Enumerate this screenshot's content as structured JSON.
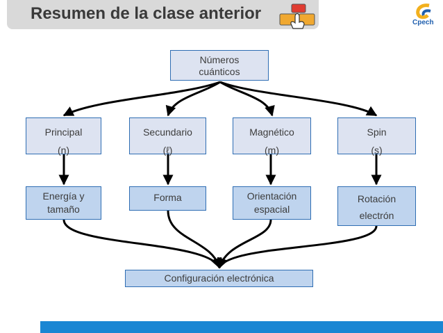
{
  "header": {
    "title": "Resumen de la clase anterior",
    "icon": "hand-pressing-button-icon",
    "logo_text": "Cpech",
    "logo_icon": "cpech-logo-icon"
  },
  "diagram": {
    "root": {
      "line1": "Números",
      "line2": "cuánticos"
    },
    "types": [
      {
        "name": "Principal",
        "symbol": "(n)"
      },
      {
        "name": "Secundario",
        "symbol": "(ℓ)"
      },
      {
        "name": "Magnético",
        "symbol": "(m)"
      },
      {
        "name": "Spin",
        "symbol": "(s)"
      }
    ],
    "meanings": [
      {
        "line1": "Energía y",
        "line2": "tamaño"
      },
      {
        "line1": "Forma",
        "line2": ""
      },
      {
        "line1": "Orientación",
        "line2": "espacial"
      },
      {
        "line1": "Rotación",
        "line2": "electrón"
      }
    ],
    "result": "Configuración electrónica"
  },
  "colors": {
    "node_border": "#2e6db3",
    "node_pale_fill": "#dde3f1",
    "node_blue_fill": "#bfd4ee",
    "bottom_bar": "#1a86d3",
    "title_bar": "#d9d9d9"
  }
}
